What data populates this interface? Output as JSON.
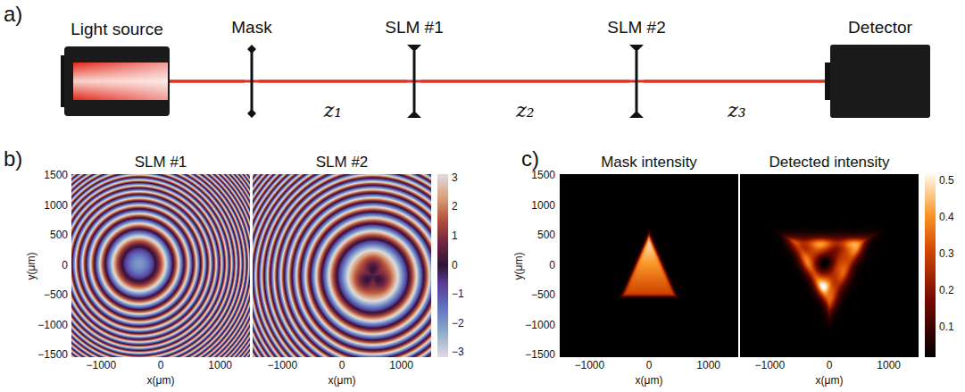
{
  "diagram": {
    "nodes": [
      {
        "text": [
          "Light source"
        ]
      },
      {
        "text": [
          "Mask"
        ]
      },
      {
        "text": [
          "SLM #1"
        ]
      },
      {
        "text": [
          "SLM #2"
        ]
      },
      {
        "text": [
          "Detector"
        ]
      }
    ],
    "edges": [
      {
        "from": 0,
        "to": 1,
        "arrow": "none"
      },
      {
        "from": 1,
        "to": 2,
        "arrow": "none",
        "label": "z₁"
      },
      {
        "from": 2,
        "to": 3,
        "arrow": "none",
        "label": "z₂"
      },
      {
        "from": 3,
        "to": 4,
        "arrow": "none",
        "label": "z₃"
      }
    ],
    "labels": [
      "a)",
      "b)",
      "c)",
      "SLM #1",
      "SLM #2",
      "Mask intensity",
      "Detected intensity",
      "1500",
      "1000",
      "500",
      "0",
      "−500",
      "−1000",
      "−1500",
      "y(μm)",
      "−1000",
      "0",
      "1000",
      "x(μm)",
      "−1000",
      "0",
      "1000",
      "x(μm)",
      "3",
      "2",
      "1",
      "0",
      "−1",
      "−2",
      "−3",
      "1500",
      "1000",
      "500",
      "0",
      "−500",
      "−1000",
      "−1500",
      "y(μm)",
      "−1000",
      "0",
      "1000",
      "x(μm)",
      "−1000",
      "0",
      "1000",
      "x(μm)",
      "0.5",
      "0.4",
      "0.3",
      "0.2",
      "0.1"
    ]
  }
}
